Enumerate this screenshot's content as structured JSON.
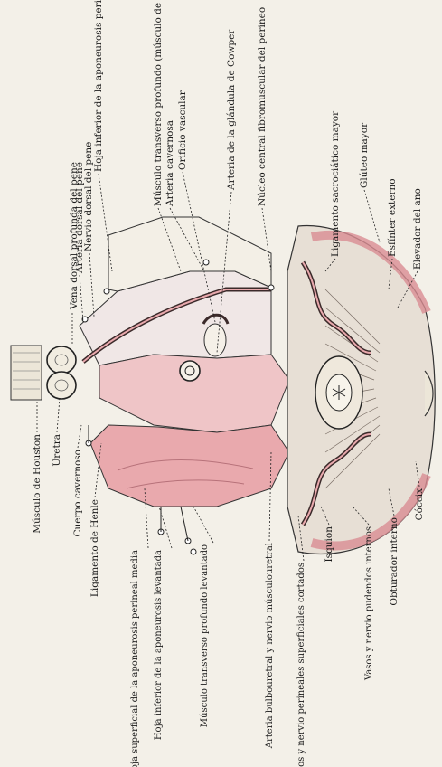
{
  "labels_top": [
    "Vena dorsal profunda del pene",
    "Arteria dorsal del pene",
    "Nervio dorsal del pene",
    "Hoja inferior de la aponeurosis perineal media",
    "Músculo transverso profundo (músculo de Guthrie)",
    "Arteria cavernosa",
    "Orificio vascular",
    "Arteria de la glándula de Cowper",
    "Núcleo central fibromuscular del perineo",
    "Ligamento sacrociático mayor",
    "Glúteo mayor",
    "Esfínter externo",
    "Elevador del ano"
  ],
  "labels_bottom": [
    "Músculo de Houston",
    "Uretra",
    "Cuerpo cavernoso",
    "Ligamento de Henle",
    "Hoja superficial de la aponeurosis perineal media",
    "Hoja inferior de la aponeurosis levantada",
    "Músculo transverso profundo levantado",
    "Arteria bulbouretral y nervio músculouretral",
    "Vasos y nervio perineales superficiales cortados",
    "Isquion",
    "Vasos y nervio pudendos internos",
    "Obturador interno",
    "Cóccix"
  ],
  "colors": {
    "tissue_pink": "#e9a9ad",
    "vessel_dark": "#3b2a2a",
    "muscle_rose": "#d98c92",
    "paper": "#f3f0e8"
  }
}
